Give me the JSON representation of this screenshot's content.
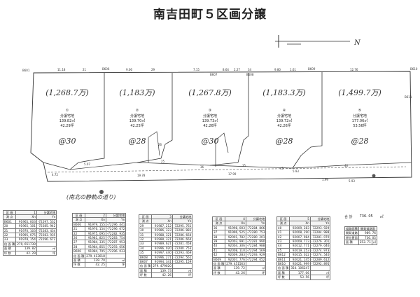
{
  "title": "南吉田町５区画分譲",
  "north_label": "N",
  "road_label": "(南北の静軌の道り)",
  "boundary_points": {
    "top": [
      "B601",
      "B606",
      "B607",
      "B608",
      "B609",
      "B610"
    ],
    "right": [
      "B611"
    ],
    "inner": [
      "25",
      "26",
      "36",
      "35",
      "45",
      "46"
    ]
  },
  "dimensions": {
    "top": [
      "11.18",
      "21",
      "9.06",
      "29",
      "7.15",
      "8.64",
      "2.27",
      "34",
      "9.80",
      "1.61",
      "12.76"
    ],
    "bottom": [
      "4.72",
      "5.07",
      "19.78",
      "17.99",
      "5.93",
      "1.99",
      "5.93"
    ]
  },
  "lots": [
    {
      "no": "①",
      "use": "分譲宅地",
      "area": "139.82㎡",
      "tsubo": "42.29坪",
      "price": "(1,268.7万)",
      "code": "@30"
    },
    {
      "no": "②",
      "use": "分譲宅地",
      "area": "139.70㎡",
      "tsubo": "42.25坪",
      "price": "(1,183万)",
      "code": "@28"
    },
    {
      "no": "③",
      "use": "分譲宅地",
      "area": "139.73㎡",
      "tsubo": "42.26坪",
      "price": "(1,267.8万)",
      "code": "@30"
    },
    {
      "no": "④",
      "use": "分譲宅地",
      "area": "139.72㎡",
      "tsubo": "42.26坪",
      "price": "(1,183.3万)",
      "code": "@28"
    },
    {
      "no": "⑤",
      "use": "分譲宅地",
      "area": "177.06㎡",
      "tsubo": "53.56坪",
      "price": "(1,499.7万)",
      "code": "@28"
    }
  ],
  "tables": [
    {
      "hdr": [
        "区 画",
        "1",
        "分譲宅地"
      ],
      "sub": [
        "測 点",
        "Xn",
        "Yn"
      ],
      "rows": [
        [
          "B601",
          "91965, 003",
          "-72297. 532"
        ],
        [
          "20",
          "91965, 101",
          "-72285. 942"
        ],
        [
          "21",
          "91970, 103",
          "-72283. 434"
        ],
        [
          "22",
          "91995, 075",
          "-72283. 935"
        ],
        [
          "23",
          "91978, 154",
          "-72296. 672"
        ]
      ],
      "sums": [
        [
          "倍 面 積",
          "279, 651739",
          ""
        ],
        [
          "面 積",
          "139. 82",
          "㎡"
        ],
        [
          "坪 数",
          "42. 29",
          "坪"
        ]
      ]
    },
    {
      "hdr": [
        "区 画",
        "2",
        "分譲宅地"
      ],
      "sub": [
        "測 点",
        "Xn",
        "Yn"
      ],
      "rows": [
        [
          "B606",
          "91979, 155",
          "-72296. 441"
        ],
        [
          "21",
          "91976, 154",
          "-72296. 672"
        ],
        [
          "22",
          "91975, 095",
          "-72282. 935"
        ],
        [
          "26",
          "91981, 825",
          "-72283. 754"
        ],
        [
          "27",
          "91984, 335",
          "-72287. 953"
        ],
        [
          "28",
          "91984, 855",
          "-72293. 656"
        ],
        [
          "B606",
          "91984, 795",
          "-72296. 033"
        ]
      ],
      "sums": [
        [
          "倍 面 積",
          "279. 413018",
          ""
        ],
        [
          "面 積",
          "139. 70",
          "㎡"
        ],
        [
          "坪 数",
          "42. 25",
          "坪"
        ]
      ]
    },
    {
      "hdr": [
        "区 画",
        "3",
        "分譲宅地"
      ],
      "sub": [
        "測 点",
        "Xn",
        "Yn"
      ],
      "rows": [
        [
          "29",
          "91987, 212",
          "-72295. 761"
        ],
        [
          "30",
          "91986, 323",
          "-72286. 882"
        ],
        [
          "31",
          "91988, 321",
          "-72286. 664"
        ],
        [
          "32",
          "91988, 321",
          "-72286. 664"
        ],
        [
          "33",
          "91989, 621",
          "-72281. 458"
        ],
        [
          "34",
          "91996, 020",
          "-72280. 753"
        ],
        [
          "35",
          "91997, 440",
          "-72293. 469"
        ],
        [
          "B608",
          "91996, 271",
          "-72294. 561"
        ],
        [
          "B607",
          "91994, 341",
          "-72295. 159"
        ]
      ],
      "sums": [
        [
          "倍 面 積",
          "279. 479020",
          ""
        ],
        [
          "面 積",
          "139. 73",
          "㎡"
        ],
        [
          "坪 数",
          "42. 26",
          "坪"
        ]
      ]
    },
    {
      "hdr": [
        "区 画",
        "4",
        "分譲宅地"
      ],
      "sub": [
        "測 点",
        "Xn",
        "Yn"
      ],
      "rows": [
        [
          "36",
          "91998, 003",
          "-72284. 866"
        ],
        [
          "37",
          "91996, 525",
          "-72280. 753"
        ],
        [
          "38",
          "92001, 782",
          "-72280. 201"
        ],
        [
          "39",
          "92003, 991",
          "-72281. 990"
        ],
        [
          "40",
          "92004, 306",
          "-72284. 988"
        ],
        [
          "41",
          "92008, 110",
          "-72294. 569"
        ],
        [
          "42",
          "92009, 283",
          "-72293. 929"
        ],
        [
          "B609",
          "92007, 776",
          "-72294. 052"
        ]
      ],
      "sums": [
        [
          "倍 面 積",
          "279. 451563",
          ""
        ],
        [
          "面 積",
          "139. 72",
          "㎡"
        ],
        [
          "坪 数",
          "42. 26",
          "坪"
        ]
      ]
    },
    {
      "hdr": [
        "区 画",
        "5",
        "分譲宅地"
      ],
      "sub": [
        "測 点",
        "Xn",
        "Yn"
      ],
      "rows": [
        [
          "40",
          "92009, 283",
          "-72293. 929"
        ],
        [
          "41",
          "92008, 290",
          "-72284. 988"
        ],
        [
          "42",
          "92007, 984",
          "-72281. 070"
        ],
        [
          "43",
          "92009, 773",
          "-72276. 301"
        ],
        [
          "44",
          "92012, 771",
          "-72279. 046"
        ],
        [
          "45",
          "92019, 253",
          "-72274. 973"
        ],
        [
          "B612",
          "92015, 022",
          "-72274. 540"
        ],
        [
          "B611",
          "92021, 145",
          "-72289. 612"
        ],
        [
          "B610",
          "92021, 999",
          "-72292. 895"
        ]
      ],
      "sums": [
        [
          "倍 面 積",
          "354. 106247",
          ""
        ],
        [
          "面 積",
          "177. 06",
          "㎡"
        ],
        [
          "坪 数",
          "53. 56",
          "坪"
        ]
      ]
    }
  ],
  "summary": {
    "total_label": "合 計",
    "total_value": "736. 05",
    "total_unit": "㎡",
    "hdr": [
      "道路面積",
      "開発道路面"
    ],
    "rows": [
      [
        "開発道路",
        "989. 76"
      ],
      [
        "原位置面",
        "736. 05"
      ],
      [
        "面 積",
        "253. 71",
        "㎡"
      ]
    ]
  }
}
